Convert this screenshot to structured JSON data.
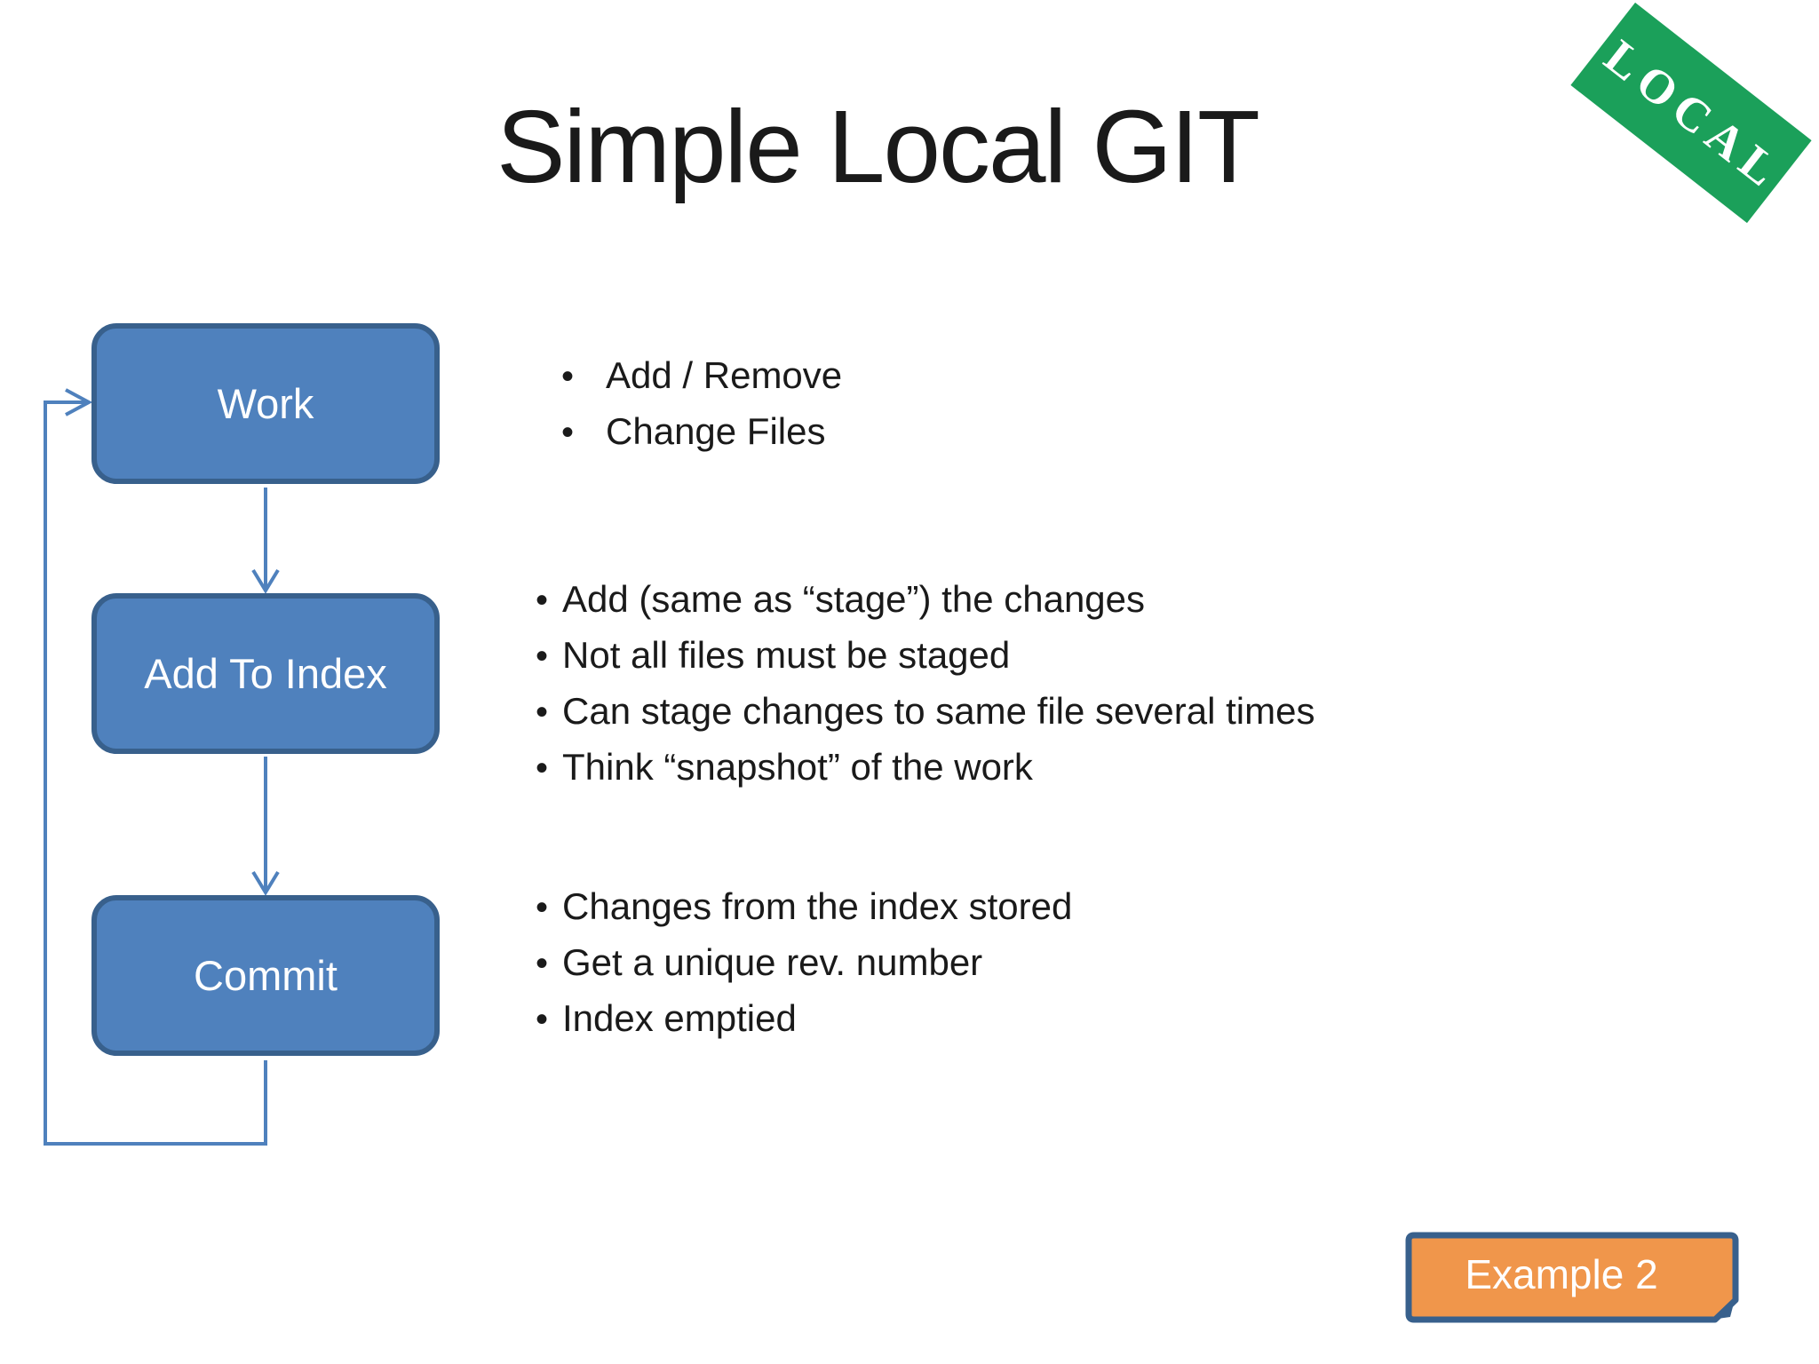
{
  "slide": {
    "title": "Simple Local GIT",
    "background": "#ffffff",
    "text_color": "#1a1a1a"
  },
  "stamp": {
    "label": "LOCAL",
    "bg_color": "#1BA05A",
    "text_color": "#ffffff"
  },
  "flowchart": {
    "box_fill": "#4F81BD",
    "box_border": "#38608C",
    "box_text_color": "#ffffff",
    "connector_color": "#4F81BD",
    "nodes": [
      {
        "id": "work",
        "label": "Work"
      },
      {
        "id": "add-to-index",
        "label": "Add To Index"
      },
      {
        "id": "commit",
        "label": "Commit"
      }
    ],
    "bullet_char": "•"
  },
  "notes": [
    {
      "for": "work",
      "items": [
        "Add / Remove",
        "Change Files"
      ]
    },
    {
      "for": "add-to-index",
      "items": [
        "Add (same as “stage”) the changes",
        "Not all files must be staged",
        "Can stage changes to same file several times",
        "Think “snapshot” of the work"
      ]
    },
    {
      "for": "commit",
      "items": [
        "Changes from the index stored",
        "Get a unique rev. number",
        "Index emptied"
      ]
    }
  ],
  "example_button": {
    "label": "Example 2",
    "bg_color": "#F0964B",
    "border_color": "#38608C",
    "text_color": "#ffffff"
  }
}
